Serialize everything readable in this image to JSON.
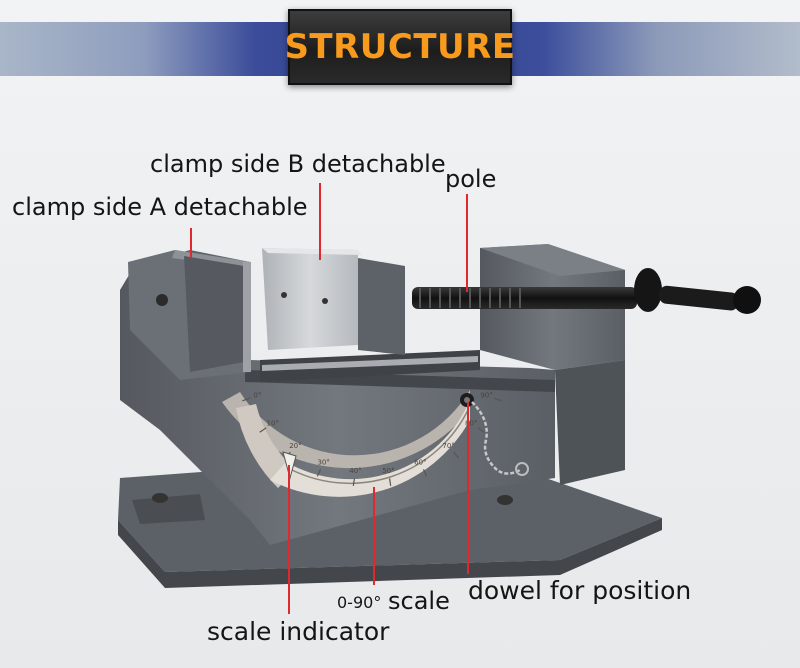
{
  "header": {
    "title": "STRUCTURE",
    "title_color": "#f79a1e",
    "banner_colors": [
      "#2f3f8c",
      "#b2bccb"
    ]
  },
  "labels": {
    "clamp_side_b": "clamp side B detachable",
    "clamp_side_a": "clamp side A detachable",
    "pole": "pole",
    "scale_range": "0-90°",
    "scale": "scale",
    "dowel": "dowel for position",
    "scale_indicator": "scale indicator"
  },
  "scale_ticks": [
    "0°",
    "10°",
    "20°",
    "30°",
    "40°",
    "50°",
    "60°",
    "70°",
    "80°",
    "90°"
  ],
  "colors": {
    "vise_body": "#6a6f75",
    "vise_dark": "#4b5056",
    "jaw_plate": "#bfc3c7",
    "leader_red": "#e0282e",
    "scale_band": "#d9d4cd"
  }
}
